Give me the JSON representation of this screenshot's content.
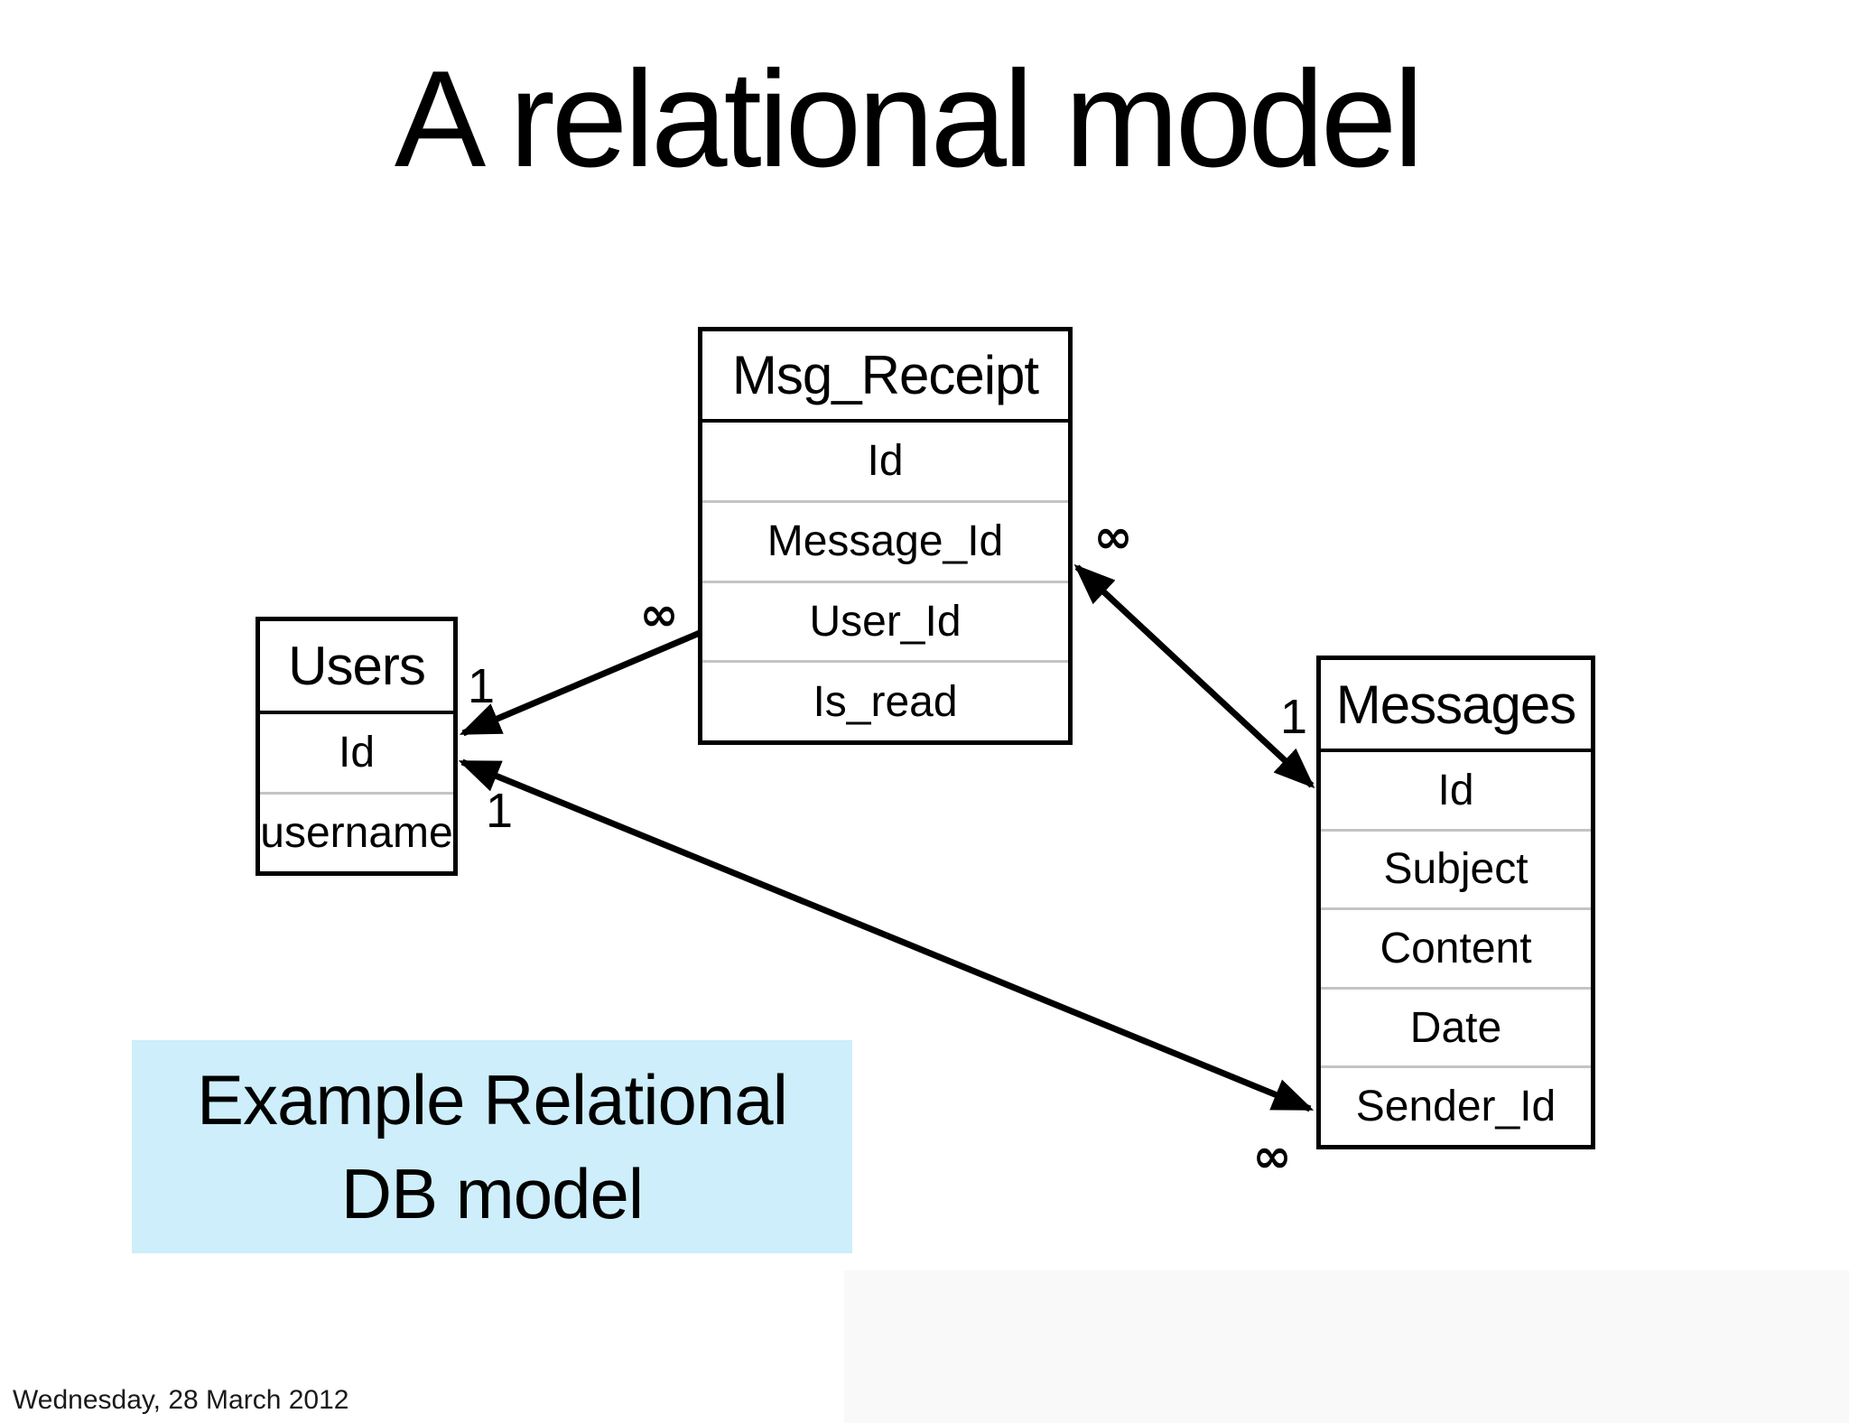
{
  "slide": {
    "title": "A relational model",
    "footer_date": "Wednesday, 28 March 2012",
    "caption_line1": "Example Relational",
    "caption_line2": "DB model",
    "caption_bg": "#cdeefa"
  },
  "tables": [
    {
      "name": "Msg_Receipt",
      "fields": [
        "Id",
        "Message_Id",
        "User_Id",
        "Is_read"
      ]
    },
    {
      "name": "Users",
      "fields": [
        "Id",
        "username"
      ]
    },
    {
      "name": "Messages",
      "fields": [
        "Id",
        "Subject",
        "Content",
        "Date",
        "Sender_Id"
      ]
    }
  ],
  "relationships": [
    {
      "from_table": "Msg_Receipt",
      "to_table": "Users",
      "from_label": "∞",
      "to_label": "1"
    },
    {
      "from_table": "Msg_Receipt",
      "to_table": "Messages",
      "from_label": "∞",
      "to_label": "1"
    },
    {
      "from_table": "Messages",
      "to_table": "Users",
      "from_label": "∞",
      "to_label": "1"
    }
  ]
}
